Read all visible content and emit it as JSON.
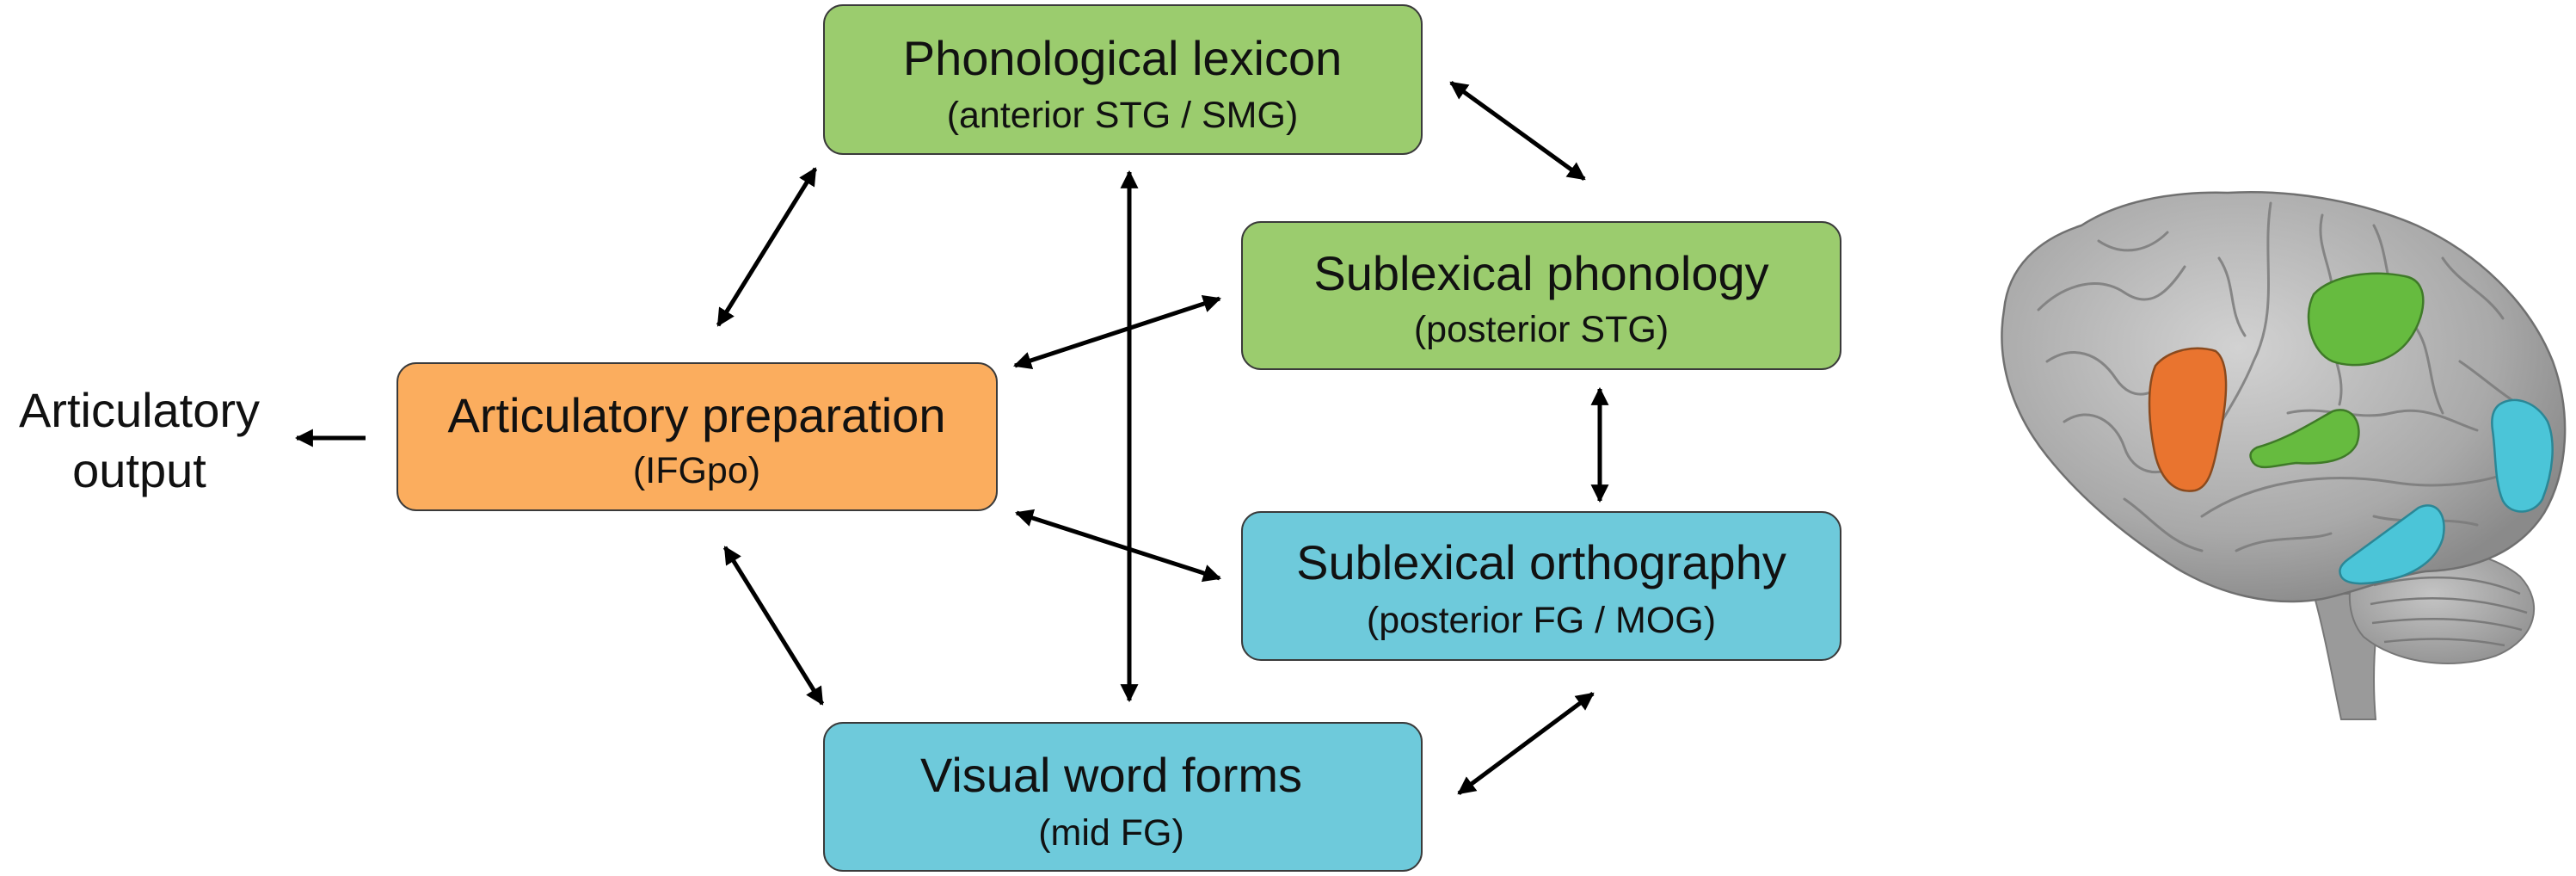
{
  "colors": {
    "phonological": "#9bcc6e",
    "articulatory": "#fbad5e",
    "orthographic": "#6ecadb",
    "brain_gray": "#b7b7b7",
    "brain_dark": "#777777",
    "region_orange": "#e9742f",
    "region_green": "#66bb3f",
    "region_cyan": "#4bc5d8"
  },
  "output": {
    "line1": "Articulatory",
    "line2": "output"
  },
  "nodes": {
    "phonological_lexicon": {
      "title": "Phonological lexicon",
      "subtitle": "(anterior STG / SMG)"
    },
    "sublexical_phonology": {
      "title": "Sublexical phonology",
      "subtitle": "(posterior STG)"
    },
    "articulatory_preparation": {
      "title": "Articulatory preparation",
      "subtitle": "(IFGpo)"
    },
    "sublexical_orthography": {
      "title": "Sublexical orthography",
      "subtitle": "(posterior FG / MOG)"
    },
    "visual_word_forms": {
      "title": "Visual word forms",
      "subtitle": "(mid FG)"
    }
  },
  "connections": [
    {
      "from": "articulatory_preparation",
      "to": "phonological_lexicon",
      "direction": "both"
    },
    {
      "from": "phonological_lexicon",
      "to": "sublexical_phonology",
      "direction": "both"
    },
    {
      "from": "phonological_lexicon",
      "to": "visual_word_forms",
      "direction": "both"
    },
    {
      "from": "articulatory_preparation",
      "to": "sublexical_phonology",
      "direction": "both"
    },
    {
      "from": "articulatory_preparation",
      "to": "sublexical_orthography",
      "direction": "both"
    },
    {
      "from": "sublexical_phonology",
      "to": "sublexical_orthography",
      "direction": "both"
    },
    {
      "from": "articulatory_preparation",
      "to": "visual_word_forms",
      "direction": "both"
    },
    {
      "from": "visual_word_forms",
      "to": "sublexical_orthography",
      "direction": "both"
    },
    {
      "from": "articulatory_preparation",
      "to": "articulatory_output",
      "direction": "forward"
    }
  ],
  "brain_regions": [
    {
      "name": "IFGpo",
      "color": "orange"
    },
    {
      "name": "anterior STG / SMG",
      "color": "green"
    },
    {
      "name": "posterior STG",
      "color": "green"
    },
    {
      "name": "posterior FG / MOG",
      "color": "cyan"
    },
    {
      "name": "mid FG",
      "color": "cyan"
    }
  ]
}
